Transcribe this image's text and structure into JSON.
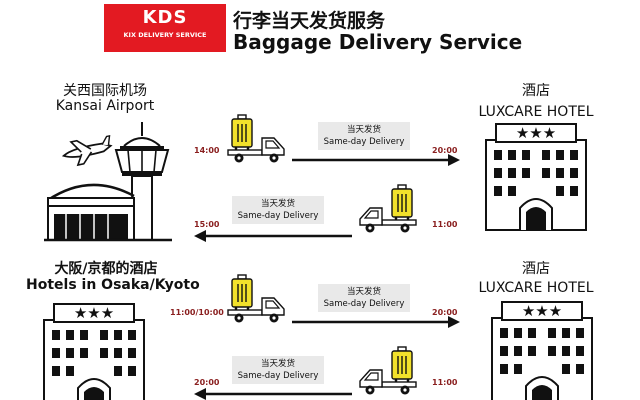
{
  "header": {
    "logo_main": "KDS",
    "logo_sub": "KIX DELIVERY SERVICE",
    "title_cn": "行李当天发货服务",
    "title_en": "Baggage Delivery Service"
  },
  "colors": {
    "brand": "#e31a22",
    "arrow": "#111111",
    "time": "#8a1f1f",
    "badge_bg": "#e9e9e9",
    "luggage": "#f2e12b"
  },
  "section1": {
    "origin_cn": "关西国际机场",
    "origin_en": "Kansai Airport",
    "dest_cn": "酒店",
    "dest_en": "LUXCARE HOTEL",
    "outbound": {
      "depart": "14:00",
      "arrive": "20:00",
      "badge_cn": "当天发货",
      "badge_en": "Same-day Delivery"
    },
    "return": {
      "depart": "11:00",
      "arrive": "15:00",
      "badge_cn": "当天发货",
      "badge_en": "Same-day Delivery"
    }
  },
  "section2": {
    "origin_cn": "大阪/京都的酒店",
    "origin_en": "Hotels in Osaka/Kyoto",
    "dest_cn": "酒店",
    "dest_en": "LUXCARE HOTEL",
    "outbound": {
      "depart": "11:00/10:00",
      "arrive": "20:00",
      "badge_cn": "当天发货",
      "badge_en": "Same-day Delivery"
    },
    "return": {
      "depart": "11:00",
      "arrive": "20:00",
      "badge_cn": "当天发货",
      "badge_en": "Same-day Delivery"
    }
  }
}
